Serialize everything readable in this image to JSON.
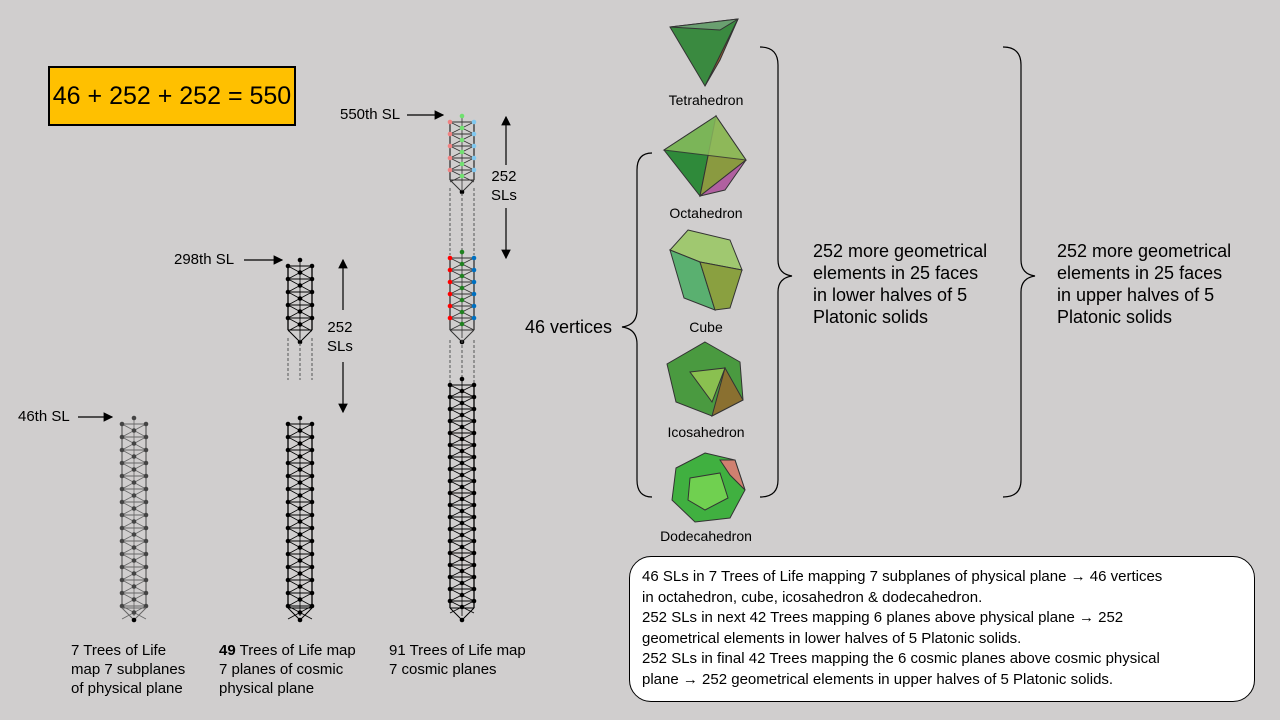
{
  "equation": "46 + 252 + 252 = 550",
  "markers": {
    "sl46": "46th SL",
    "sl298": "298th SL",
    "sl550": "550th SL"
  },
  "span_labels": {
    "col2": [
      "252",
      "SLs"
    ],
    "col3": [
      "252",
      "SLs"
    ]
  },
  "captions": {
    "col1": [
      "7 Trees of Life",
      "map 7 subplanes",
      "of physical plane"
    ],
    "col2_bold": "49",
    "col2": [
      " Trees of Life map",
      "7 planes of cosmic",
      "physical plane"
    ],
    "col3": [
      "91 Trees of Life map",
      "7 cosmic planes"
    ]
  },
  "vertices_label": "46 vertices",
  "solids": [
    "Tetrahedron",
    "Octahedron",
    "Cube",
    "Icosahedron",
    "Dodecahedron"
  ],
  "lower_text": [
    "252 more geometrical",
    "elements in 25 faces",
    "in lower halves of 5",
    "Platonic solids"
  ],
  "upper_text": [
    "252 more geometrical",
    "elements in 25 faces",
    "in upper halves of 5",
    "Platonic solids"
  ],
  "summary": [
    "46 SLs in 7 Trees of Life mapping 7 subplanes of physical plane → 46 vertices",
    "in octahedron, cube, icosahedron & dodecahedron.",
    "252 SLs in next 42 Trees mapping 6 planes above physical plane → 252",
    "geometrical elements in lower halves of 5 Platonic solids.",
    "252 SLs in final 42 Trees mapping the 6 cosmic planes above cosmic physical",
    "plane → 252 geometrical elements in upper halves of 5 Platonic solids."
  ],
  "colors": {
    "background": "#d0cece",
    "equation_box": "#ffc000",
    "red": "#ff0000",
    "blue": "#0070c0",
    "green": "#00b050"
  }
}
